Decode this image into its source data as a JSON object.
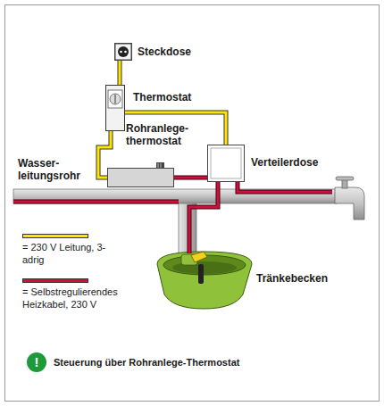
{
  "diagram": {
    "caption": "Steuerung über Rohranlege-Thermostat",
    "nodes": [
      {
        "text": [
          "Steckdose"
        ]
      },
      {
        "text": [
          "Thermostat"
        ]
      },
      {
        "text": [
          "Rohranlege- thermostat"
        ]
      },
      {
        "text": [
          "Verteilerdose"
        ]
      },
      {
        "text": [
          "Tränkebecken"
        ]
      }
    ],
    "edges": [
      {
        "from": 0,
        "to": 1,
        "arrow": "none"
      },
      {
        "from": 1,
        "to": 2,
        "arrow": "none"
      },
      {
        "from": 1,
        "to": 3,
        "arrow": "none"
      },
      {
        "from": 2,
        "to": 3,
        "arrow": "none"
      },
      {
        "from": 3,
        "to": 4,
        "arrow": "none"
      }
    ],
    "labels": [
      "Wasser- leitungsrohr",
      "!"
    ],
    "legend": [
      {
        "text": "= 230 V Leitung, 3-adrig",
        "color": "#ffe600"
      },
      {
        "text": "= Selbstregulierendes Heizkabel, 230 V",
        "color": "#d0103a"
      }
    ]
  }
}
